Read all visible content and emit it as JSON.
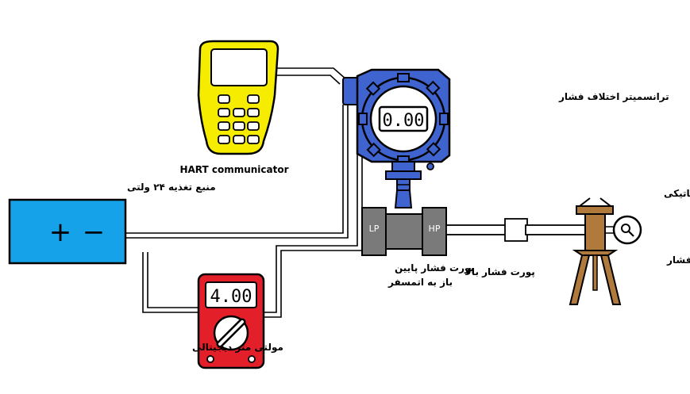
{
  "labels": {
    "transmitter": "ترانسمیتر اختلاف فشار",
    "hart": "HART communicator",
    "power_supply": "منبع تغذیه ۲۴ ولتی",
    "multimeter": "مولتی متر دیجیتالی",
    "pump": "پمپ دستی هیدرولیکی / پنوماتیکی",
    "gauge": "گیج فشار",
    "high_port": "پورت فشار بالا",
    "low_port_line1": "پورت فشار پایین",
    "low_port_line2": "باز به اتمسفر"
  },
  "displays": {
    "transmitter": "0.00",
    "multimeter": "4.00"
  },
  "terminals": {
    "plus": "+",
    "minus": "−"
  },
  "ports": {
    "lp": "LP",
    "hp": "HP"
  },
  "colors": {
    "hart_body": "#f5ec00",
    "power_body": "#15a2e8",
    "meter_body": "#e3202a",
    "transmitter_body": "#3f63cf",
    "manifold": "#7a7a7a",
    "stand": "#b07a3c"
  }
}
